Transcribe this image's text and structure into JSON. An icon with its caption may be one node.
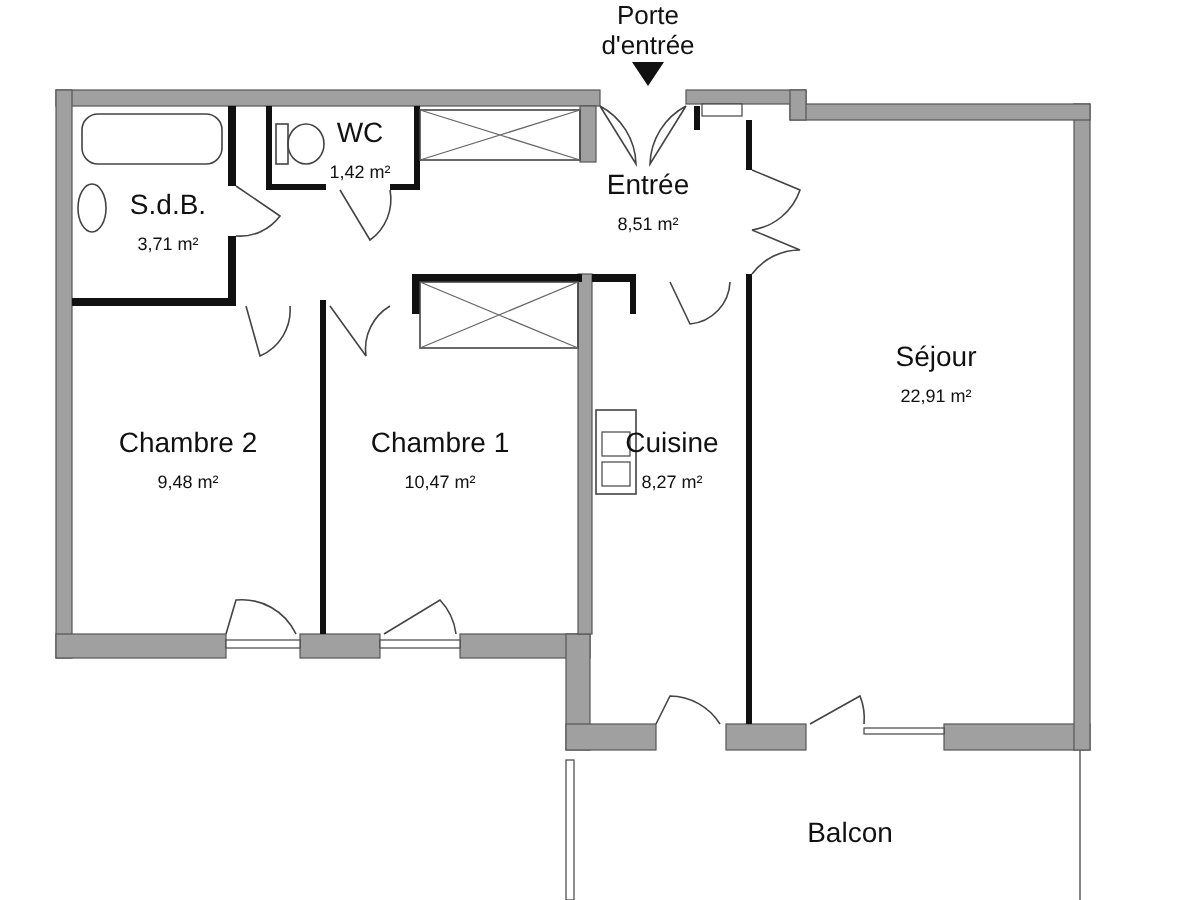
{
  "diagram": {
    "nodes": [
      {
        "text": [
          "WC",
          "1,42 m²"
        ]
      },
      {
        "text": [
          "S.d.B.",
          "3,71 m²"
        ]
      },
      {
        "text": [
          "Entrée",
          "8,51 m²"
        ]
      },
      {
        "text": [
          "Chambre 2",
          "9,48 m²"
        ]
      },
      {
        "text": [
          "Chambre 1",
          "10,47 m²"
        ]
      },
      {
        "text": [
          "Cuisine",
          "8,27 m²"
        ]
      },
      {
        "text": [
          "Séjour",
          "22,91 m²"
        ]
      },
      {
        "text": [
          "Balcon"
        ]
      }
    ],
    "labels": [
      "Porte d'entrée"
    ]
  }
}
